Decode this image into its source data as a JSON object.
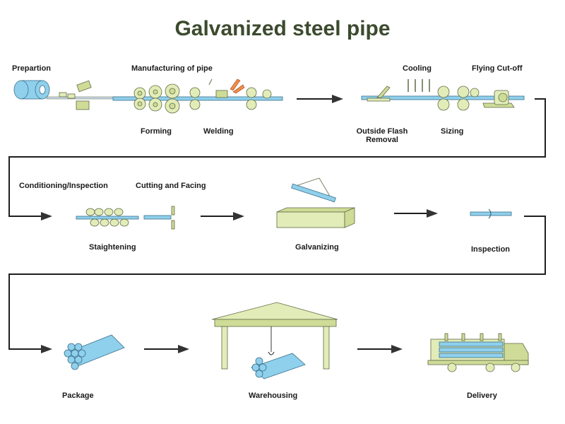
{
  "title": "Galvanized steel pipe",
  "labels": {
    "prepartion": "Prepartion",
    "manufacturing": "Manufacturing of pipe",
    "forming": "Forming",
    "welding": "Welding",
    "outside_flash_1": "Outside Flash",
    "outside_flash_2": "Removal",
    "cooling": "Cooling",
    "sizing": "Sizing",
    "flying_cutoff": "Flying  Cut-off",
    "conditioning": "Conditioning/Inspection",
    "cutting_facing": "Cutting and Facing",
    "straightening": "Staightening",
    "galvanizing": "Galvanizing",
    "inspection": "Inspection",
    "package": "Package",
    "warehousing": "Warehousing",
    "delivery": "Delivery"
  },
  "colors": {
    "pipe": "#8fd0ec",
    "machine": "#e2ecb8",
    "title": "#3c4a2e",
    "arrow": "#333333"
  }
}
